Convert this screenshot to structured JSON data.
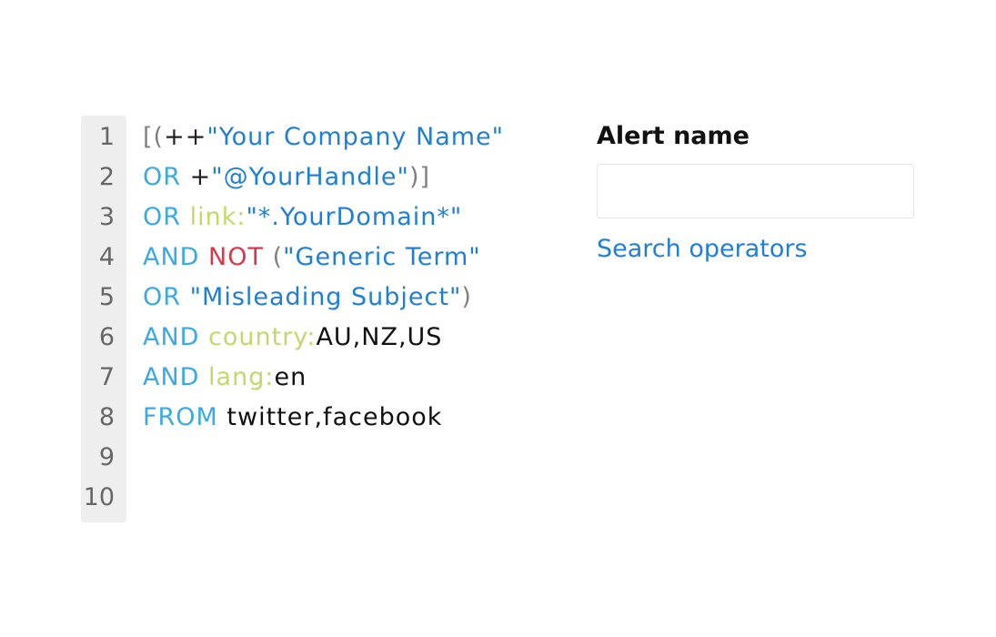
{
  "editor": {
    "line_numbers": [
      "1",
      "2",
      "3",
      "4",
      "5",
      "6",
      "7",
      "8",
      "9",
      "10"
    ],
    "lines": [
      [
        {
          "t": "[(",
          "k": "bracket"
        },
        {
          "t": "++",
          "k": "op"
        },
        {
          "t": "\"Your Company Name\"",
          "k": "string"
        }
      ],
      [
        {
          "t": "OR ",
          "k": "keyword"
        },
        {
          "t": "+",
          "k": "op"
        },
        {
          "t": "\"@YourHandle\"",
          "k": "string"
        },
        {
          "t": ")]",
          "k": "bracket"
        }
      ],
      [
        {
          "t": "OR ",
          "k": "keyword"
        },
        {
          "t": "link:",
          "k": "field"
        },
        {
          "t": "\"*.YourDomain*\"",
          "k": "string"
        }
      ],
      [
        {
          "t": "AND ",
          "k": "keyword"
        },
        {
          "t": "NOT ",
          "k": "not"
        },
        {
          "t": "(",
          "k": "bracket"
        },
        {
          "t": "\"Generic Term\"",
          "k": "string"
        }
      ],
      [
        {
          "t": "OR ",
          "k": "keyword"
        },
        {
          "t": "\"Misleading Subject\"",
          "k": "string"
        },
        {
          "t": ")",
          "k": "bracket"
        }
      ],
      [
        {
          "t": "AND ",
          "k": "keyword"
        },
        {
          "t": "country:",
          "k": "field"
        },
        {
          "t": "AU,NZ,US",
          "k": "plain"
        }
      ],
      [
        {
          "t": "AND ",
          "k": "keyword"
        },
        {
          "t": "lang:",
          "k": "field"
        },
        {
          "t": "en",
          "k": "plain"
        }
      ],
      [
        {
          "t": "FROM ",
          "k": "keyword"
        },
        {
          "t": "twitter,facebook",
          "k": "plain"
        }
      ],
      [],
      []
    ]
  },
  "form": {
    "alert_name_label": "Alert name",
    "alert_name_value": "",
    "alert_name_placeholder": "",
    "search_operators_link": "Search operators"
  },
  "colors": {
    "keyword": "#3aaae6",
    "string": "#1f7fd6",
    "not": "#d63a4a",
    "field": "#c3d86a",
    "bracket": "#808080",
    "gutter_bg": "#eeeeef"
  }
}
